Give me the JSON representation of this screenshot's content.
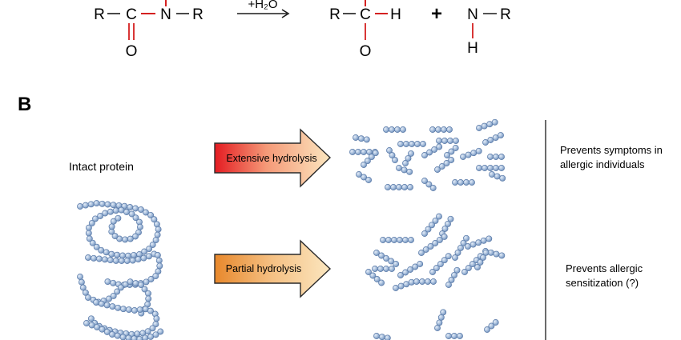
{
  "reaction": {
    "r1": "R",
    "c1": "C",
    "n1": "N",
    "r2": "R",
    "o1": "O",
    "reagent": "+H₂O",
    "r3": "R",
    "c2": "C",
    "h1": "H",
    "o2": "O",
    "plus": "+",
    "n2": "N",
    "r4": "R",
    "h2": "H"
  },
  "panel_b": {
    "label": "B",
    "intact_protein": "Intact protein",
    "arrow_extensive": "Extensive hydrolysis",
    "arrow_partial": "Partial hydrolysis",
    "outcome_1": [
      "Prevents symptoms in",
      "allergic individuals"
    ],
    "outcome_2": [
      "Prevents allergic",
      "sensitization (?)"
    ]
  },
  "colors": {
    "bond_red": "#d42020",
    "bead_fill": "#9fb8d8",
    "bead_stroke": "#5a7aa8",
    "arrow_extensive": [
      "#e41c22",
      "#fbe6bf"
    ],
    "arrow_partial": [
      "#e8882c",
      "#fbe6bf"
    ]
  }
}
